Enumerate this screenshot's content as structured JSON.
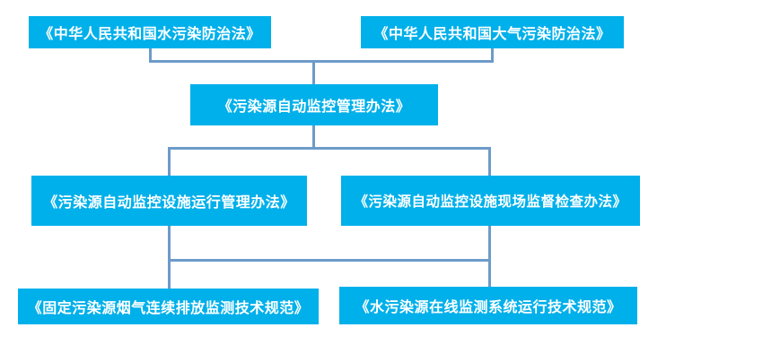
{
  "diagram": {
    "type": "flowchart",
    "description": "Hierarchy of Chinese environmental pollution monitoring laws, measures and technical specifications",
    "colors": {
      "node_fill": "#00b0ea",
      "node_text": "#ffffff",
      "connector": "#6d9bc9",
      "background": "#ffffff"
    },
    "nodes": [
      {
        "id": "water-pollution-law",
        "level": 1,
        "label": "《中华人民共和国水污染防治法》"
      },
      {
        "id": "air-pollution-law",
        "level": 1,
        "label": "《中华人民共和国大气污染防治法》"
      },
      {
        "id": "auto-monitoring-measures",
        "level": 2,
        "label": "《污染源自动监控管理办法》"
      },
      {
        "id": "facility-operation-measures",
        "level": 3,
        "label": "《污染源自动监控设施运行管理办法》"
      },
      {
        "id": "onsite-inspection-measures",
        "level": 3,
        "label": "《污染源自动监控设施现场监督检查办法》"
      },
      {
        "id": "flue-gas-cems-spec",
        "level": 4,
        "label": "《固定污染源烟气连续排放监测技术规范》"
      },
      {
        "id": "water-online-monitoring-spec",
        "level": 4,
        "label": "《水污染源在线监测系统运行技术规范》"
      }
    ],
    "edges": [
      {
        "from": "water-pollution-law",
        "to": "auto-monitoring-measures"
      },
      {
        "from": "air-pollution-law",
        "to": "auto-monitoring-measures"
      },
      {
        "from": "auto-monitoring-measures",
        "to": "facility-operation-measures"
      },
      {
        "from": "auto-monitoring-measures",
        "to": "onsite-inspection-measures"
      },
      {
        "from": "facility-operation-measures",
        "to": "flue-gas-cems-spec"
      },
      {
        "from": "facility-operation-measures",
        "to": "water-online-monitoring-spec"
      },
      {
        "from": "onsite-inspection-measures",
        "to": "flue-gas-cems-spec"
      },
      {
        "from": "onsite-inspection-measures",
        "to": "water-online-monitoring-spec"
      }
    ]
  }
}
